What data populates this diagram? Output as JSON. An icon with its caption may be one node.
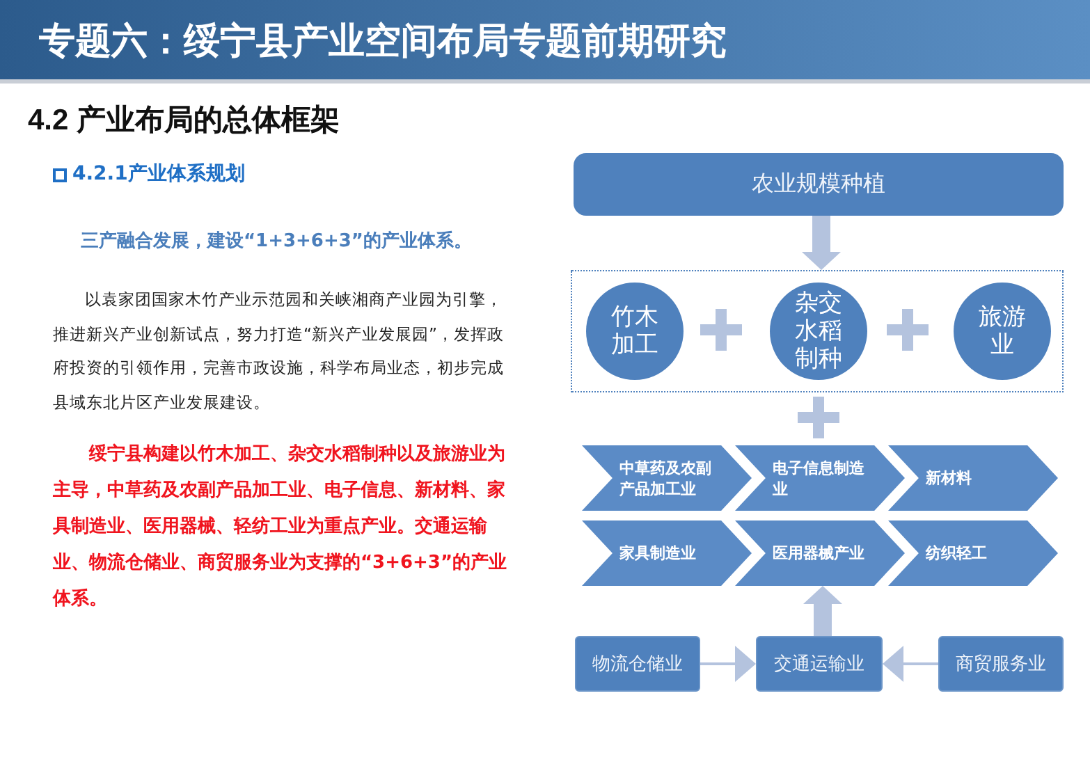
{
  "diagram": {
    "title": "专题六：绥宁县产业空间布局专题前期研究",
    "nodes": [
      {
        "text": [
          "农业规模种植"
        ]
      },
      {
        "text": [],
        "shape": "box"
      },
      {
        "text": [
          "竹木加工"
        ],
        "in": 1
      },
      {
        "text": [
          "杂交水稻制种"
        ],
        "in": 1
      },
      {
        "text": [
          "旅游业"
        ],
        "in": 1
      },
      {
        "text": [
          "中草药及农副产品加工业"
        ]
      },
      {
        "text": [
          "电子信息制造业"
        ]
      },
      {
        "text": [
          "新材料"
        ]
      },
      {
        "text": [
          "家具制造业"
        ]
      },
      {
        "text": [
          "医用器械产业"
        ]
      },
      {
        "text": [
          "纺织轻工"
        ]
      },
      {
        "text": [
          "物流仓储业"
        ]
      },
      {
        "text": [
          "交通运输业"
        ]
      },
      {
        "text": [
          "商贸服务业"
        ]
      }
    ],
    "edges": [
      {
        "from": 0,
        "to": 1,
        "arrow": "to",
        "style": "thick"
      },
      {
        "from": 12,
        "to": 9,
        "arrow": "to",
        "style": "thick"
      },
      {
        "from": 11,
        "to": 12,
        "arrow": "to"
      },
      {
        "from": 13,
        "to": 12,
        "arrow": "to"
      }
    ],
    "labels": [
      "4.2  产业布局的总体框架",
      "4.2.1产业体系规划",
      "三产融合发展，建设“1+3+6+3”的产业体系。",
      "以袁家团国家木竹产业示范园和关峡湘商产业园为引擎，推进新兴产业创新试点，努力打造“新兴产业发展园”，发挥政府投资的引领作用，完善市政设施，科学布局业态，初步完成县域东北片区产业发展建设。",
      "绥宁县构建以竹木加工、杂交水稻制种以及旅游业为主导，中草药及农副产品加工业、电子信息、新材料、家具制造业、医用器械、轻纺工业为重点产业。交通运输业、物流仓储业、商贸服务业为支撑的“3+6+3”的产业体系。"
    ]
  }
}
